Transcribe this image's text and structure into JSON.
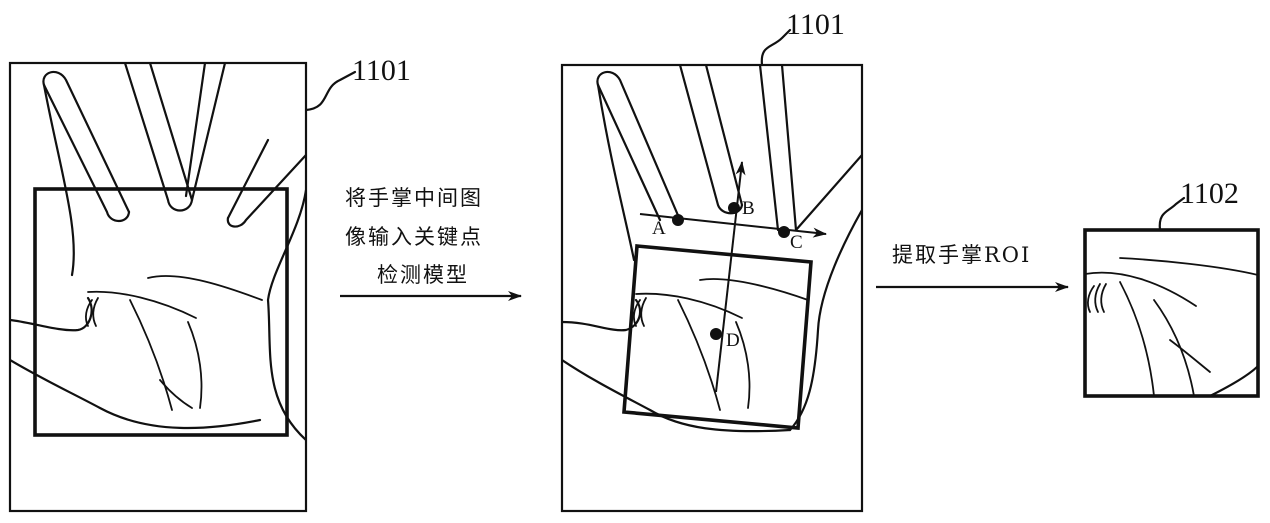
{
  "figure": {
    "ref_left": "1101",
    "ref_middle": "1101",
    "ref_right": "1102",
    "step1_caption": [
      "将手掌中间图",
      "像输入关键点",
      "检测模型"
    ],
    "step2_caption": "提取手掌ROI",
    "keypoints": [
      "A",
      "B",
      "C",
      "D"
    ]
  }
}
